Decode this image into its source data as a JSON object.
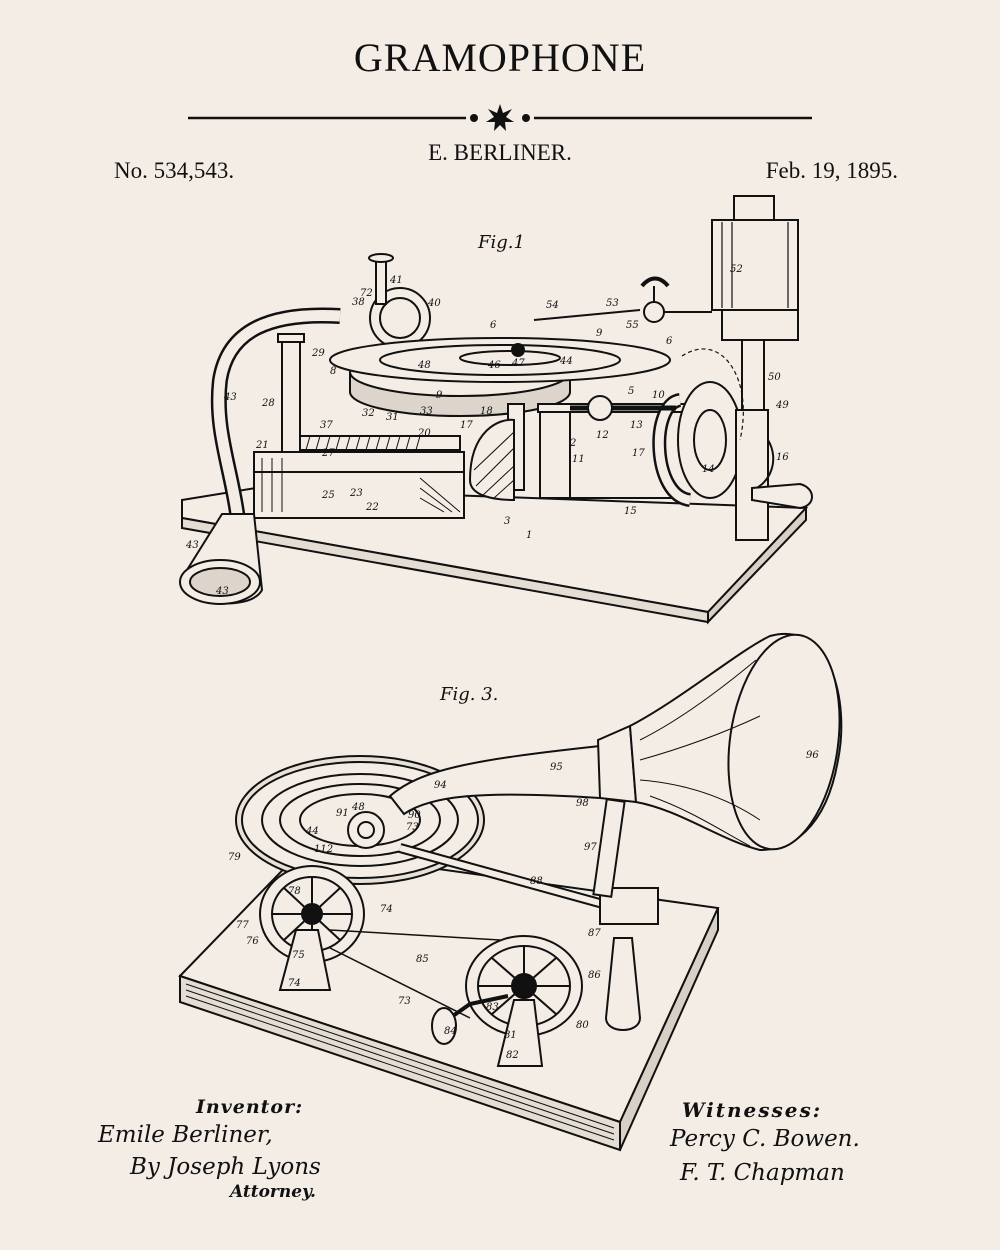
{
  "document": {
    "title": "GRAMOPHONE",
    "inventor_heading": "E. BERLINER.",
    "patent_number": "No. 534,543.",
    "patent_date": "Feb. 19, 1895.",
    "figure_labels": {
      "fig1": "Fig.1",
      "fig3": "Fig. 3."
    }
  },
  "signatures": {
    "inventor_label": "Inventor:",
    "inventor_name": "Emile Berliner,",
    "by_attorney": "By Joseph Lyons",
    "attorney_label": "Attorney.",
    "witnesses_label": "Witnesses:",
    "witness_1": "Percy C. Bowen.",
    "witness_2": "F. T. Chapman"
  },
  "colors": {
    "paper": "#f3ede6",
    "ink": "#111111"
  }
}
